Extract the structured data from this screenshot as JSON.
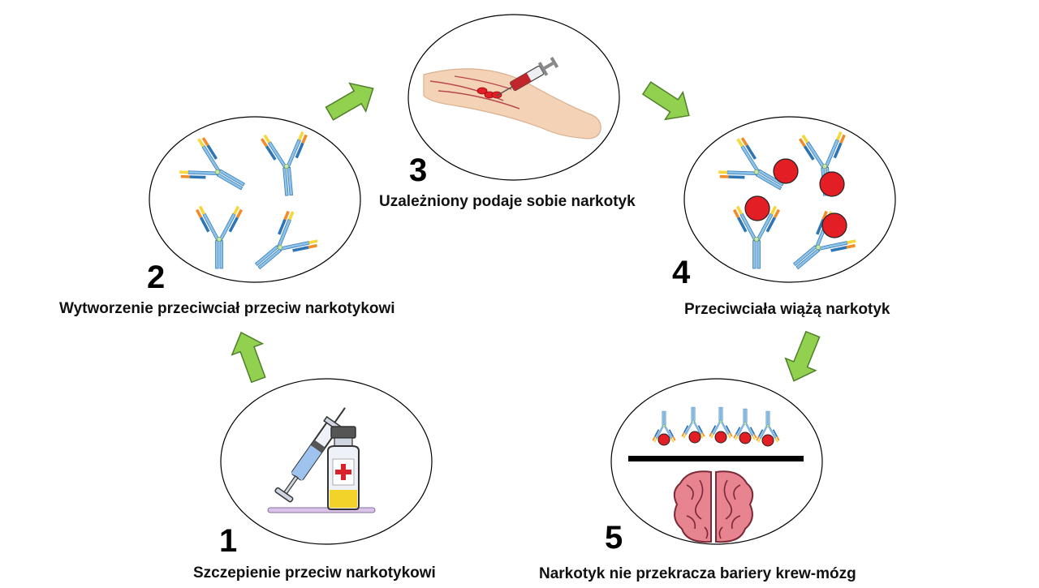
{
  "steps": [
    {
      "number": "1",
      "caption": "Szczepienie przeciw narkotykowi"
    },
    {
      "number": "2",
      "caption": "Wytworzenie przeciwciał przeciw narkotykowi"
    },
    {
      "number": "3",
      "caption": "Uzależniony podaje sobie narkotyk"
    },
    {
      "number": "4",
      "caption": "Przeciwciała wiążą narkotyk"
    },
    {
      "number": "5",
      "caption": "Narkotyk nie przekracza bariery krew-mózg"
    }
  ],
  "colors": {
    "arrow": "#92D050",
    "arrow_outline": "#4F7F2A",
    "drug": "#E31E24",
    "antibody_light": "#8DC3E8",
    "antibody_dark": "#2E75B6",
    "antibody_yellow": "#F5D73A",
    "antibody_orange": "#F28C28",
    "brain": "#E8848F",
    "barrier": "#000000"
  },
  "icons": [
    "syringe-vial-icon",
    "antibody-icon",
    "arm-injection-icon",
    "brain-icon"
  ]
}
